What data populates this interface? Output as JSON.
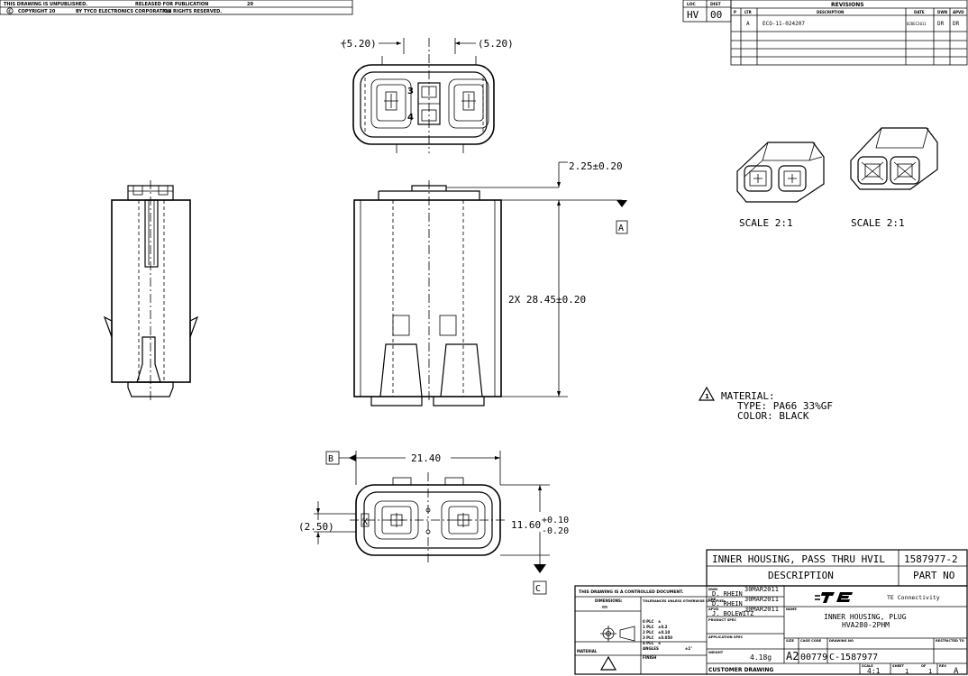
{
  "header": {
    "unpublished": "THIS DRAWING IS UNPUBLISHED.",
    "released": "RELEASED FOR PUBLICATION",
    "released_year": "20",
    "copyright": "COPYRIGHT 20",
    "by": "BY TYCO ELECTRONICS CORPORATION",
    "rights": "ALL RIGHTS RESERVED."
  },
  "loc_box": {
    "loc_label": "LOC",
    "loc_value": "HV",
    "dist_label": "DIST",
    "dist_value": "00"
  },
  "revisions": {
    "title": "REVISIONS",
    "headers": [
      "P",
      "LTR",
      "DESCRIPTION",
      "DATE",
      "DWN",
      "APVD"
    ],
    "rows": [
      {
        "p": "",
        "ltr": "A",
        "description": "ECO-11-024207",
        "date": "02DEC2011",
        "dwn": "DR",
        "apvd": "DR"
      }
    ]
  },
  "dimensions": {
    "top_left": "(5.20)",
    "top_right": "(5.20)",
    "pin3": "3",
    "pin4": "4",
    "offset": "2.25±0.20",
    "datum_a": "A",
    "height": "2X 28.45±0.20",
    "datum_b": "B",
    "width": "21.40",
    "left": "(2.50)",
    "x_label": "X",
    "depth": "11.60",
    "tol_plus": "+0.10",
    "tol_minus": "-0.20",
    "datum_c": "C"
  },
  "iso_views": {
    "scale_left": "SCALE  2:1",
    "scale_right": "SCALE  2:1"
  },
  "material_note": {
    "line1": "MATERIAL:",
    "line2": "TYPE: PA66 33%GF",
    "line3": "COLOR: BLACK"
  },
  "description_block": {
    "description": "INNER HOUSING, PASS THRU HVIL",
    "part_no": "1587977-2",
    "desc_label": "DESCRIPTION",
    "part_label": "PART NO"
  },
  "title_block": {
    "controlled": "THIS DRAWING IS A CONTROLLED DOCUMENT.",
    "dimensions_label": "DIMENSIONS:",
    "tolerances_label": "TOLERANCES UNLESS OTHERWISE SPECIFIED:",
    "units": "mm",
    "tol_0": "0 PLC",
    "tol_0_val": "±",
    "tol_1": "1 PLC",
    "tol_1_val": "±0.2",
    "tol_2": "2 PLC",
    "tol_2_val": "±0.10",
    "tol_3": "3 PLC",
    "tol_3_val": "±0.050",
    "tol_4": "4 PLC",
    "tol_4_val": "±",
    "angles": "ANGLES",
    "angles_val": "±1°",
    "material_label": "MATERIAL",
    "finish_label": "FINISH",
    "dwn_label": "DWN",
    "dwn_name": "D. RHEIN",
    "dwn_date": "30MAR2011",
    "chk_label": "CHK",
    "chk_name": "D. RHEIN",
    "chk_date": "30MAR2011",
    "apvd_label": "APVD",
    "apvd_name": "J. BOLEWITZ",
    "apvd_date": "30MAR2011",
    "product_spec": "PRODUCT SPEC",
    "application_spec": "APPLICATION SPEC",
    "weight_label": "WEIGHT",
    "weight": "4.18g",
    "customer": "CUSTOMER DRAWING",
    "company": "TE Connectivity",
    "name_label": "NAME",
    "name1": "INNER HOUSING, PLUG",
    "name2": "HVA280-2PHM",
    "size_label": "SIZE",
    "cage_label": "CAGE CODE",
    "dwg_label": "DRAWING NO",
    "restricted": "RESTRICTED TO",
    "size": "A2",
    "cage": "00779",
    "dwg_no": "C-1587977",
    "scale_label": "SCALE",
    "scale": "4:1",
    "sheet_label": "SHEET",
    "sheet": "1",
    "of_label": "OF",
    "of": "1",
    "rev_label": "REV",
    "rev": "A"
  }
}
